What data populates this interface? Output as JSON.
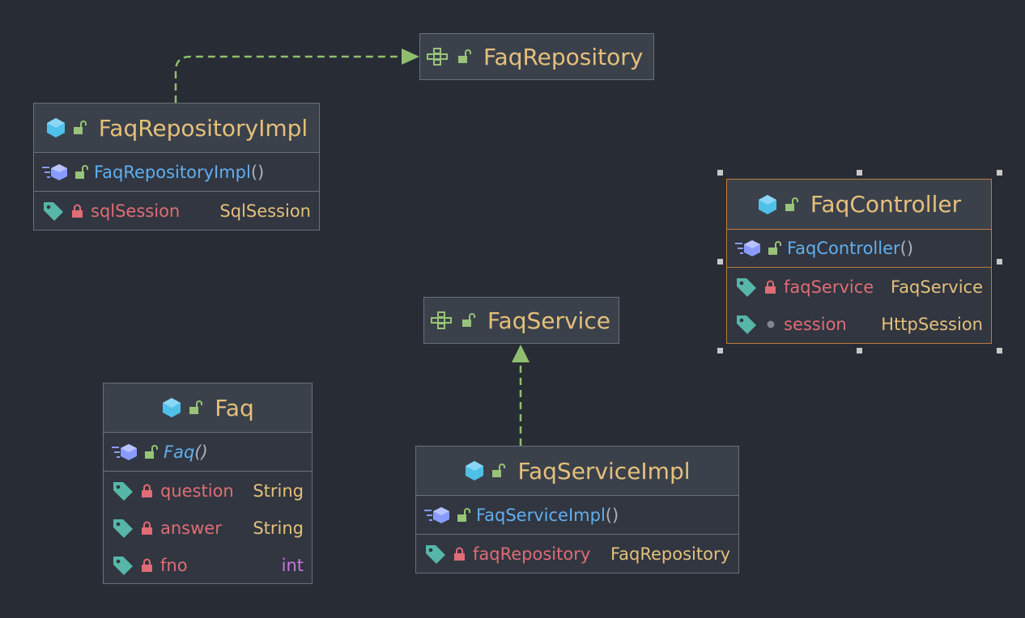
{
  "colors": {
    "background": "#282c34",
    "class_name": "#e5c07b",
    "method": "#61afef",
    "field": "#e06c75",
    "type": "#e5c07b",
    "primitive_type": "#c678dd",
    "arrow": "#8fbf6e",
    "selection": "#c27a3d"
  },
  "nodes": {
    "faq_repository": {
      "kind": "interface",
      "name": "FaqRepository"
    },
    "faq_repository_impl": {
      "kind": "class",
      "name": "FaqRepositoryImpl",
      "constructor": "FaqRepositoryImpl",
      "paren": "()",
      "fields": [
        {
          "name": "sqlSession",
          "type": "SqlSession",
          "visibility": "private"
        }
      ]
    },
    "faq_controller": {
      "kind": "class",
      "selected": true,
      "name": "FaqController",
      "constructor": "FaqController",
      "paren": "()",
      "fields": [
        {
          "name": "faqService",
          "type": "FaqService",
          "visibility": "private"
        },
        {
          "name": "session",
          "type": "HttpSession",
          "visibility": "package"
        }
      ]
    },
    "faq_service": {
      "kind": "interface",
      "name": "FaqService"
    },
    "faq": {
      "kind": "class",
      "name": "Faq",
      "constructor": "Faq",
      "paren": "()",
      "fields": [
        {
          "name": "question",
          "type": "String",
          "visibility": "private"
        },
        {
          "name": "answer",
          "type": "String",
          "visibility": "private"
        },
        {
          "name": "fno",
          "type": "int",
          "visibility": "private"
        }
      ]
    },
    "faq_service_impl": {
      "kind": "class",
      "name": "FaqServiceImpl",
      "constructor": "FaqServiceImpl",
      "paren": "()",
      "fields": [
        {
          "name": "faqRepository",
          "type": "FaqRepository",
          "visibility": "private"
        }
      ]
    }
  },
  "edges": [
    {
      "from": "FaqRepositoryImpl",
      "to": "FaqRepository",
      "relation": "implements"
    },
    {
      "from": "FaqServiceImpl",
      "to": "FaqService",
      "relation": "implements"
    }
  ]
}
